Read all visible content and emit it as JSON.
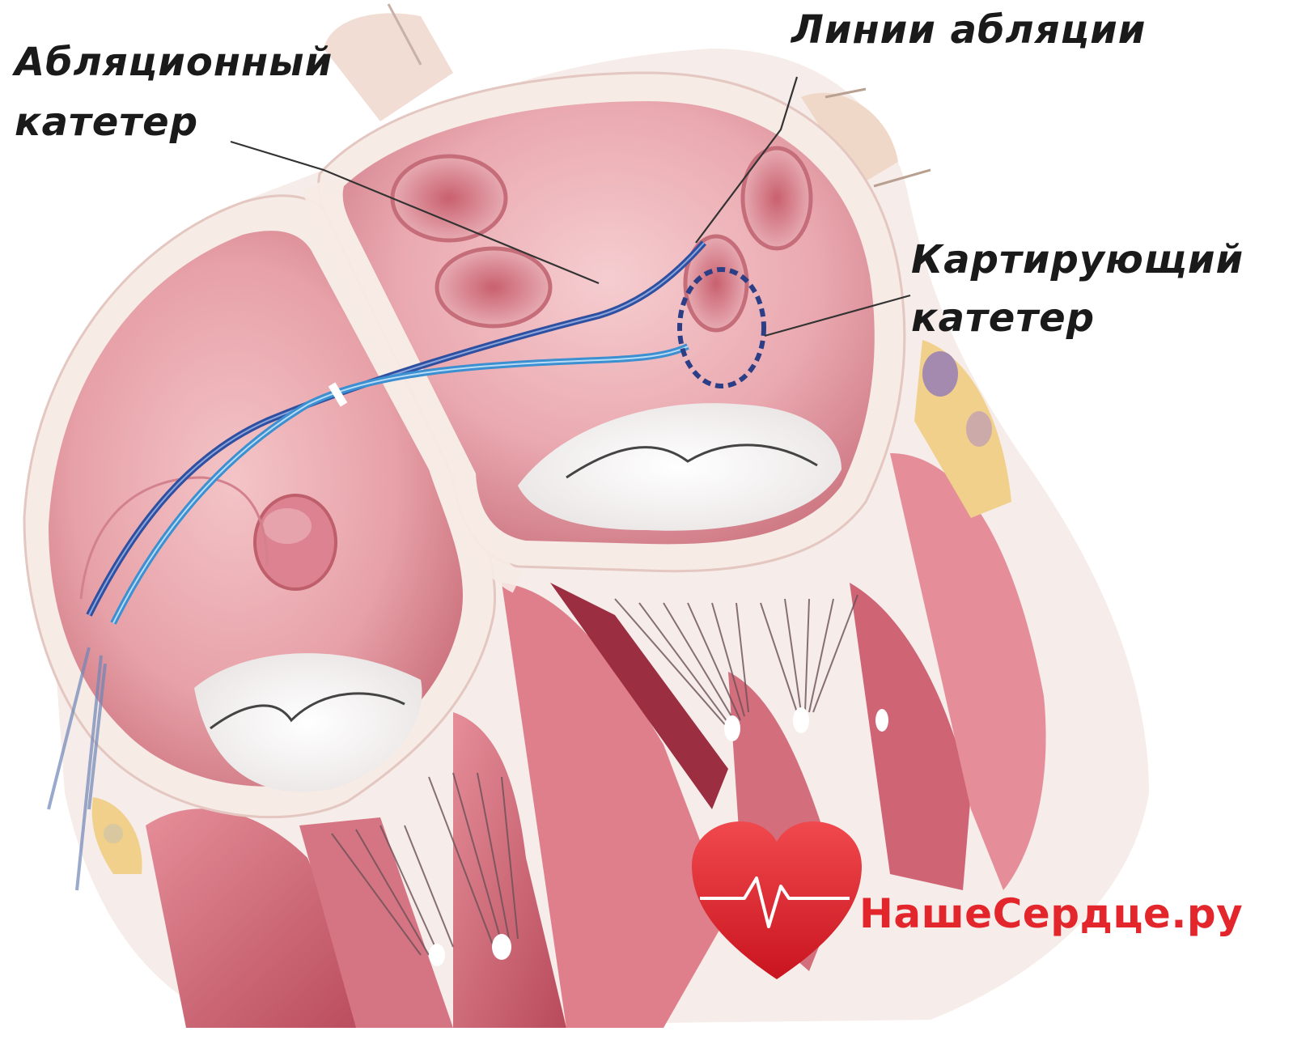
{
  "labels": {
    "ablation_catheter": [
      "Абляционный",
      "катетер"
    ],
    "ablation_lines": "Линии абляции",
    "mapping_catheter": [
      "Картирующий",
      "катетер"
    ]
  },
  "watermark": {
    "text": "НашеСердце.ру",
    "color": "#e3262c"
  },
  "colors": {
    "tissue": "#e9a3ab",
    "tissue_dark": "#b9505f",
    "wall": "#f7ebe6",
    "ablation_catheter": "#2f4fa0",
    "mapping_catheter": "#3c8fd0"
  }
}
